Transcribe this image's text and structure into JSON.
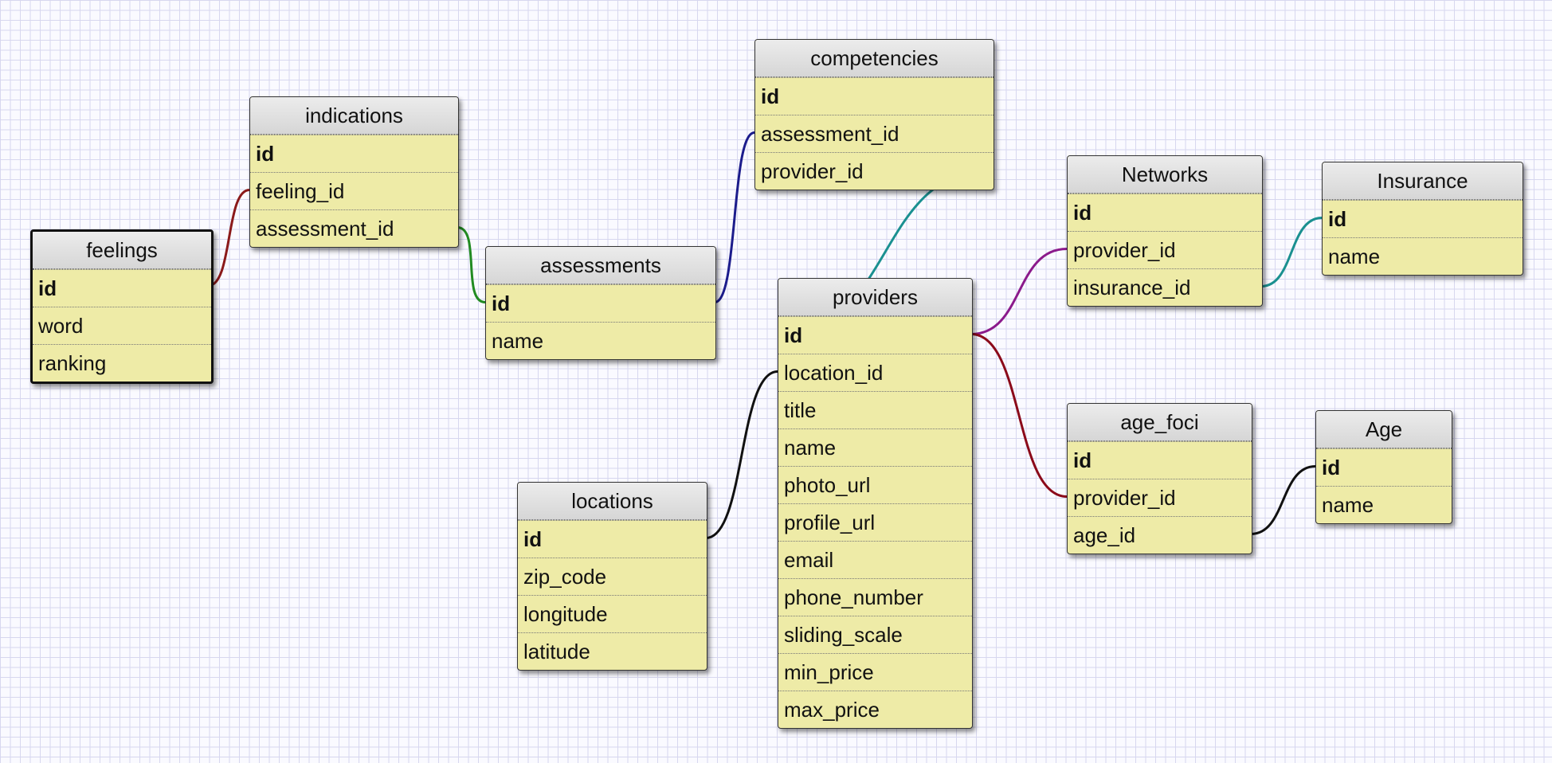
{
  "tables": [
    {
      "key": "feelings",
      "name": "feelings",
      "fields": [
        "id",
        "word",
        "ranking"
      ],
      "selected": true
    },
    {
      "key": "indications",
      "name": "indications",
      "fields": [
        "id",
        "feeling_id",
        "assessment_id"
      ]
    },
    {
      "key": "assessments",
      "name": "assessments",
      "fields": [
        "id",
        "name"
      ]
    },
    {
      "key": "competencies",
      "name": "competencies",
      "fields": [
        "id",
        "assessment_id",
        "provider_id"
      ]
    },
    {
      "key": "providers",
      "name": "providers",
      "fields": [
        "id",
        "location_id",
        "title",
        "name",
        "photo_url",
        "profile_url",
        "email",
        "phone_number",
        "sliding_scale",
        "min_price",
        "max_price"
      ]
    },
    {
      "key": "locations",
      "name": "locations",
      "fields": [
        "id",
        "zip_code",
        "longitude",
        "latitude"
      ]
    },
    {
      "key": "networks",
      "name": "Networks",
      "fields": [
        "id",
        "provider_id",
        "insurance_id"
      ]
    },
    {
      "key": "insurance",
      "name": "Insurance",
      "fields": [
        "id",
        "name"
      ]
    },
    {
      "key": "age_foci",
      "name": "age_foci",
      "fields": [
        "id",
        "provider_id",
        "age_id"
      ]
    },
    {
      "key": "age",
      "name": "Age",
      "fields": [
        "id",
        "name"
      ]
    }
  ],
  "relationships": [
    {
      "from": "indications.feeling_id",
      "to": "feelings.id",
      "color": "#8b1a1a"
    },
    {
      "from": "indications.assessment_id",
      "to": "assessments.id",
      "color": "#228b22"
    },
    {
      "from": "competencies.assessment_id",
      "to": "assessments.id",
      "color": "#1c1c8c"
    },
    {
      "from": "competencies.provider_id",
      "to": "providers.id",
      "color": "#1a9090"
    },
    {
      "from": "networks.provider_id",
      "to": "providers.id",
      "color": "#8b1a8b"
    },
    {
      "from": "networks.insurance_id",
      "to": "insurance.id",
      "color": "#1a9090"
    },
    {
      "from": "age_foci.provider_id",
      "to": "providers.id",
      "color": "#8b0a1a"
    },
    {
      "from": "age_foci.age_id",
      "to": "age.id",
      "color": "#111111"
    },
    {
      "from": "providers.location_id",
      "to": "locations.id",
      "color": "#111111"
    }
  ]
}
